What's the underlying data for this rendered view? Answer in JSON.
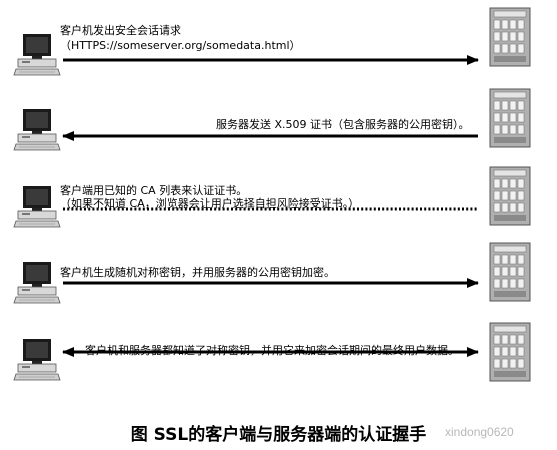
{
  "steps": [
    {
      "lines": [
        "客户机发出安全会话请求",
        "（HTTPS://someserver.org/somedata.html）"
      ],
      "direction": "right",
      "style": "solid"
    },
    {
      "lines": [
        "服务器发送 X.509 证书（包含服务器的公用密钥）。"
      ],
      "direction": "left",
      "style": "solid"
    },
    {
      "lines": [
        "客户端用已知的 CA 列表来认证证书。",
        "（如果不知道 CA，浏览器会让用户选择自担风险接受证书。）"
      ],
      "direction": "none",
      "style": "dotted"
    },
    {
      "lines": [
        "客户机生成随机对称密钥，并用服务器的公用密钥加密。"
      ],
      "direction": "right",
      "style": "solid"
    },
    {
      "lines": [
        "客户机和服务器都知道了对称密钥，并用它来加密会话期间的最终用户数据。"
      ],
      "direction": "both",
      "style": "solid"
    }
  ],
  "caption": "图 SSL的客户端与服务器端的认证握手",
  "watermark": "xindong0620"
}
